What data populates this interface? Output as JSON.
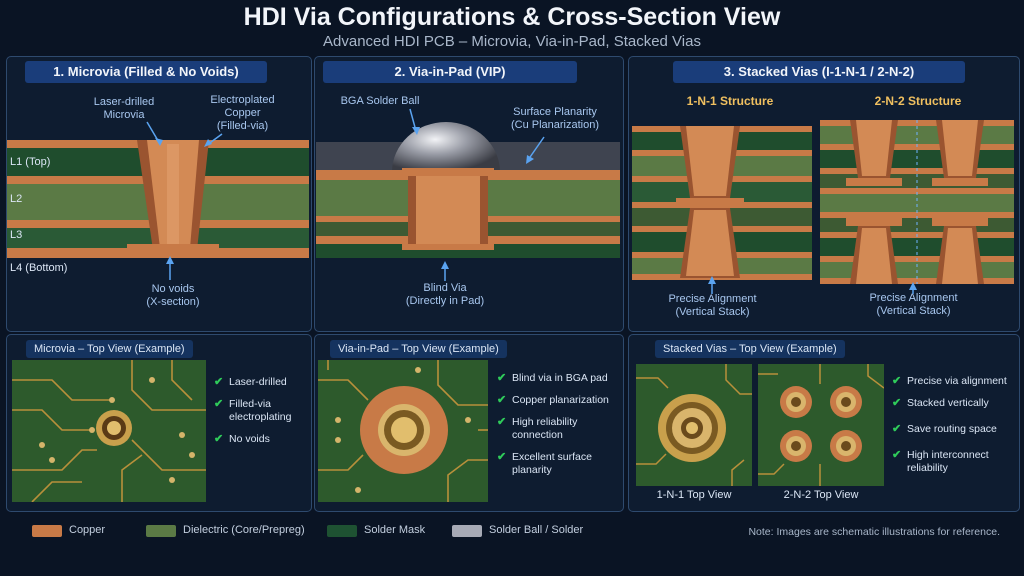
{
  "title": "HDI Via Configurations & Cross-Section View",
  "subtitle": "Advanced HDI PCB – Microvia, Via-in-Pad, Stacked Vias",
  "colors": {
    "copper": "#c87a47",
    "dielectric": "#5b7a45",
    "mask": "#1e5232",
    "solder": "#a7aab5",
    "accent": "#1a3d7a"
  },
  "panel1": {
    "header": "1. Microvia (Filled & No Voids)",
    "label_laser": [
      "Laser-drilled",
      "Microvia"
    ],
    "label_plated": [
      "Electroplated",
      "Copper",
      "(Filled-via)"
    ],
    "label_novoids": [
      "No voids",
      "(X-section)"
    ],
    "layers": [
      "L1 (Top)",
      "L2",
      "L3",
      "L4 (Bottom)"
    ],
    "top_header": "Microvia – Top View  (Example)",
    "checks": [
      "Laser-drilled",
      "Filled-via\nelectroplating",
      "No voids"
    ]
  },
  "panel2": {
    "header": "2. Via-in-Pad (VIP)",
    "label_ball": "BGA Solder Ball",
    "label_planarity": [
      "Surface Planarity",
      "(Cu Planarization)"
    ],
    "label_blind": [
      "Blind Via",
      "(Directly in Pad)"
    ],
    "top_header": "Via-in-Pad – Top View  (Example)",
    "checks": [
      "Blind via in BGA pad",
      "Copper planarization",
      "High reliability\nconnection",
      "Excellent surface\nplanarity"
    ]
  },
  "panel3": {
    "header": "3. Stacked Vias (I-1-N-1 / 2-N-2)",
    "sub1": "1-N-1 Structure",
    "sub2": "2-N-2  Structure",
    "label_align1": [
      "Precise Alignment",
      "(Vertical Stack)"
    ],
    "label_align2": [
      "Precise Alignment",
      "(Vertical Stack)"
    ],
    "top_header": "Stacked Vias – Top View  (Example)",
    "cap1": "1-N-1 Top View",
    "cap2": "2-N-2 Top View",
    "checks": [
      "Precise via alignment",
      "Stacked vertically",
      "Save routing space",
      "High interconnect\nreliability"
    ]
  },
  "legend": [
    "Copper",
    "Dielectric (Core/Prepreg)",
    "Solder Mask",
    "Solder Ball / Solder"
  ],
  "note": "Note: Images are schematic illustrations for reference."
}
